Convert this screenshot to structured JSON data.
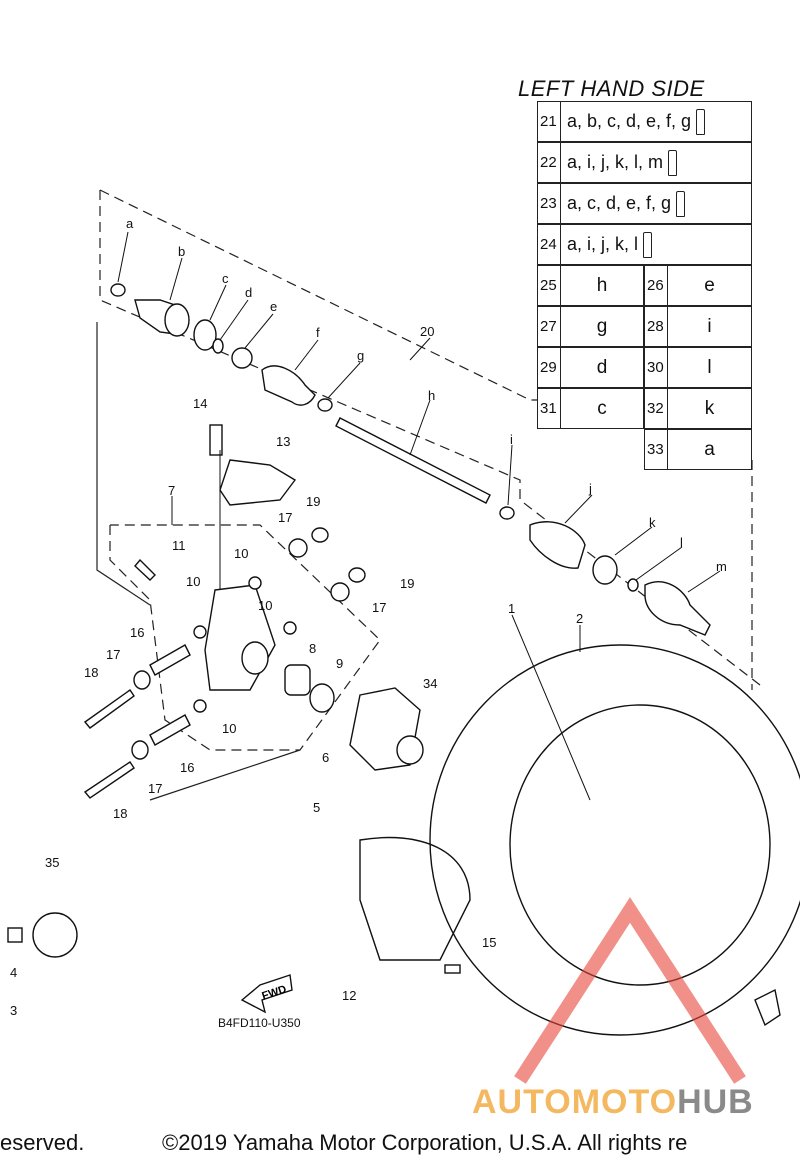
{
  "table": {
    "title": "LEFT HAND SIDE",
    "wide_rows": [
      {
        "num": "21",
        "val": "a, b, c, d, e, f, g"
      },
      {
        "num": "22",
        "val": "a, i, j, k, l, m"
      },
      {
        "num": "23",
        "val": "a, c, d, e, f, g"
      },
      {
        "num": "24",
        "val": "a, i, j, k, l"
      }
    ],
    "pair_rows": [
      {
        "n1": "25",
        "v1": "h",
        "n2": "26",
        "v2": "e"
      },
      {
        "n1": "27",
        "v1": "g",
        "n2": "28",
        "v2": "i"
      },
      {
        "n1": "29",
        "v1": "d",
        "n2": "30",
        "v2": "l"
      },
      {
        "n1": "31",
        "v1": "c",
        "n2": "32",
        "v2": "k"
      }
    ],
    "last_row": {
      "num": "33",
      "val": "a"
    }
  },
  "callouts": {
    "a": "a",
    "b": "b",
    "c": "c",
    "d": "d",
    "e": "e",
    "f": "f",
    "g": "g",
    "h": "h",
    "i": "i",
    "j": "j",
    "k": "k",
    "l": "l",
    "m": "m",
    "n1": "1",
    "n2": "2",
    "n3": "3",
    "n4": "4",
    "n5": "5",
    "n6": "6",
    "n7": "7",
    "n8": "8",
    "n9": "9",
    "n10": "10",
    "n11": "11",
    "n12": "12",
    "n13": "13",
    "n14": "14",
    "n15": "15",
    "n16": "16",
    "n17": "17",
    "n18": "18",
    "n19": "19",
    "n20": "20",
    "n34": "34",
    "n35": "35"
  },
  "fwd_label": "FWD",
  "diagram_code": "B4FD110-U350",
  "watermark": {
    "part1": "AUTOMOTO",
    "part2": "HUB",
    "color_orange": "#f4b860",
    "color_gray": "#8a8a8a",
    "color_red": "#e8463a"
  },
  "copyright_left": "eserved.",
  "copyright_main": "©2019 Yamaha Motor Corporation, U.S.A. All rights re"
}
